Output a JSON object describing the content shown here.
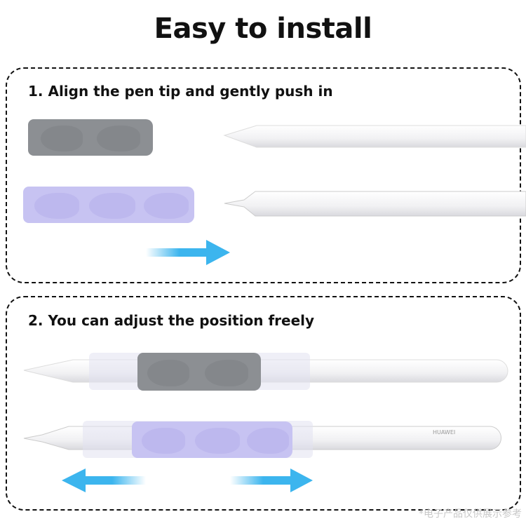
{
  "title": "Easy to install",
  "steps": [
    {
      "label": "1. Align the pen tip and gently push in"
    },
    {
      "label": "2. You can adjust the position freely"
    }
  ],
  "pen_brand": "HUAWEI",
  "watermark": "*电子产品仅供展示参考",
  "colors": {
    "grip_grey": "#8c8f93",
    "grip_lavender": "#c7c3f2",
    "arrow_blue": "#3cb5ee"
  },
  "icons": {
    "push_direction": "arrow-right-icon",
    "adjust_left": "arrow-left-icon",
    "adjust_right": "arrow-right-icon"
  }
}
